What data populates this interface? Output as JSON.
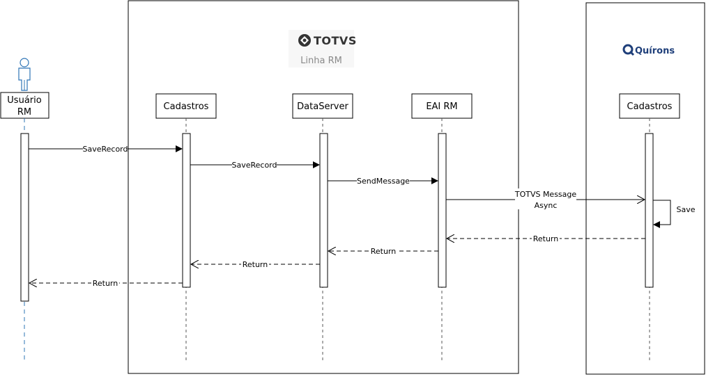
{
  "systems": {
    "totvs": {
      "logo_text": "TOTVS",
      "subtitle": "Linha RM"
    },
    "quirons": {
      "logo_text": "Quírons"
    }
  },
  "participants": {
    "user": {
      "label_line1": "Usuário",
      "label_line2": "RM"
    },
    "cadastros_rm": {
      "label": "Cadastros"
    },
    "dataserver": {
      "label": "DataServer"
    },
    "eai": {
      "label": "EAI RM"
    },
    "cadastros_q": {
      "label": "Cadastros"
    }
  },
  "messages": {
    "m1": "SaveRecord",
    "m2": "SaveRecord",
    "m3": "SendMessage",
    "m4_line1": "TOTVS Message",
    "m4_line2": "Async",
    "m5": "Save",
    "r1": "Return",
    "r2": "Return",
    "r3": "Return",
    "r4": "Return"
  },
  "colors": {
    "actor": "#2e75b6",
    "totvs_logo": "#333333",
    "quirons_logo": "#1f3f7a",
    "subtitle": "#8a8a8a"
  }
}
